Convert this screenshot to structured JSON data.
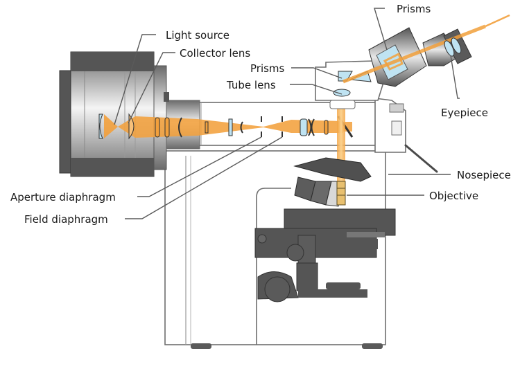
{
  "title": "Light path in a brightfield microscope",
  "colors": {
    "light_beam": "#f2a03c",
    "glass": "#bfe3f2",
    "housing_dark": "#4a4a4a",
    "body_outline": "#6e6e6e",
    "label_text": "#1a1a1a"
  },
  "labels": {
    "light_source": "Light source",
    "collector_lens": "Collector lens",
    "prisms_top": "Prisms",
    "prisms_mid": "Prisms",
    "tube_lens": "Tube lens",
    "eyepiece": "Eyepiece",
    "nosepiece": "Nosepiece",
    "objective": "Objective",
    "aperture_diaphragm": "Aperture diaphragm",
    "field_diaphragm": "Field diaphragm"
  }
}
